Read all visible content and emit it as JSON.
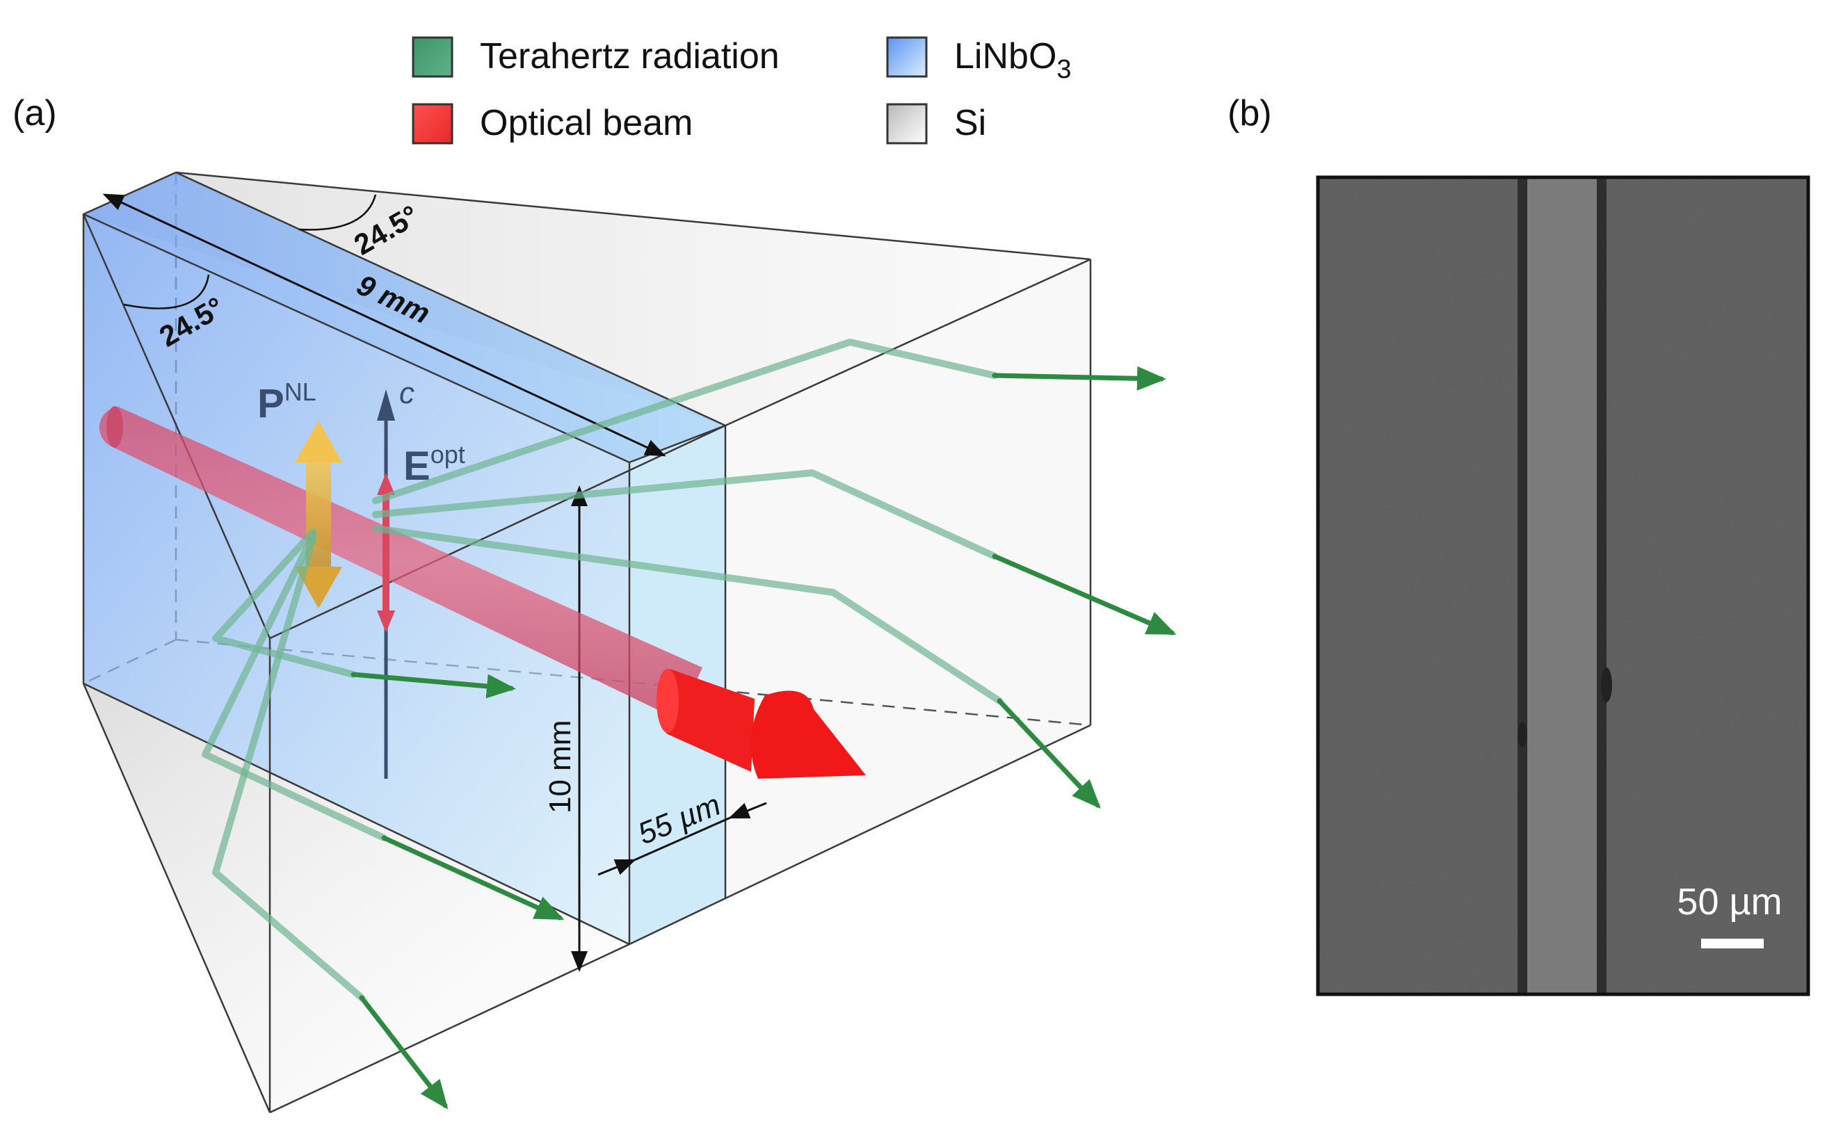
{
  "panel_a": {
    "label": "(a)"
  },
  "panel_b": {
    "label": "(b)",
    "scale_bar_label": "50 µm"
  },
  "legend": {
    "items": [
      {
        "label": "Terahertz radiation",
        "color": "#3f8f64"
      },
      {
        "label": "Optical beam",
        "color": "#f03b3b"
      },
      {
        "label": "LiNbO",
        "subscript": "3",
        "color": "#8fb8f0"
      },
      {
        "label": "Si",
        "color": "#d0d0d0"
      }
    ]
  },
  "annotations": {
    "angle_top": "24.5°",
    "angle_left": "24.5°",
    "length": "9 mm",
    "height": "10 mm",
    "thickness": "55 µm",
    "polarization": {
      "main": "P",
      "sup": "NL"
    },
    "field": {
      "main": "E",
      "sup": "opt"
    },
    "axis": "c"
  },
  "colors": {
    "thz": "#3f8f64",
    "thz_dark": "#1f7a3a",
    "optical": "#f03b3b",
    "linbo3": "#8fb8f0",
    "si": "#d8d8d8",
    "pnl_arrow": "#e8b84a",
    "axis_arrow": "#3a4f6e",
    "sem_background": "#595959",
    "sem_stripe": "#7a7a7a"
  }
}
